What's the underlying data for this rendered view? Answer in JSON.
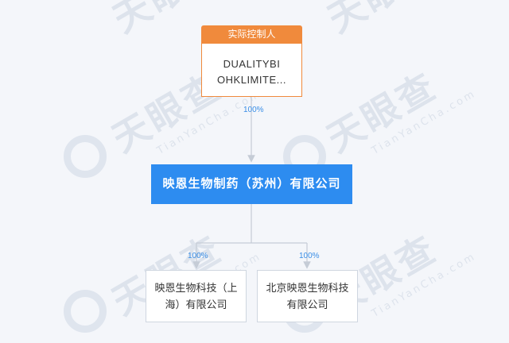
{
  "watermark": {
    "brand": "天眼查",
    "sub": "TianYanCha.com"
  },
  "controller": {
    "tag": "实际控制人",
    "name_line1": "DUALITYBI",
    "name_line2": "OHKLIMITE..."
  },
  "edges": {
    "controller_to_main_pct": "100%",
    "main_to_sub1_pct": "100%",
    "main_to_sub2_pct": "100%"
  },
  "main_company": {
    "name": "映恩生物制药（苏州）有限公司"
  },
  "subsidiaries": [
    {
      "name": "映恩生物科技（上海）有限公司"
    },
    {
      "name": "北京映恩生物科技有限公司"
    }
  ],
  "colors": {
    "controller_accent": "#f08a3c",
    "main_fill": "#2d8cf0",
    "line": "#c5ccd6",
    "pct_text": "#3a8ee6"
  }
}
